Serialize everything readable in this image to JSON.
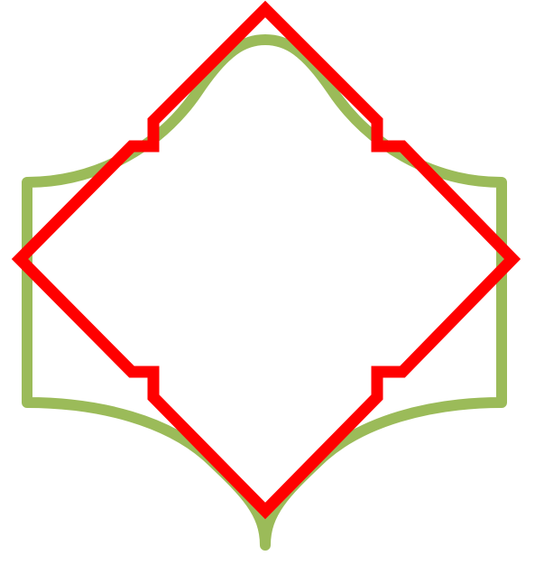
{
  "diagram": {
    "background_color": "#ffffff",
    "shapes": [
      {
        "name": "green-ogee-outline",
        "description_kind": "closed outline with concave curved top and bottom edges, straight vertical sides and a pointed bottom tail",
        "stroke_color": "#9bbb59",
        "fill": "none"
      },
      {
        "name": "red-notched-diamond",
        "description_kind": "diamond (rotated square) outline with a small stepped notch on each of the four diagonal edges",
        "stroke_color": "#ff0000",
        "fill": "none"
      }
    ]
  }
}
